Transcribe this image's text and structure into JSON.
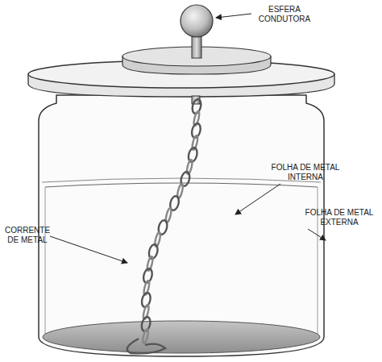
{
  "diagram": {
    "labels": [
      "ESFERA CONDUTORA",
      "FOLHA DE METAL INTERNA",
      "FOLHA DE METAL EXTERNA",
      "CORRENTE DE METAL"
    ]
  }
}
